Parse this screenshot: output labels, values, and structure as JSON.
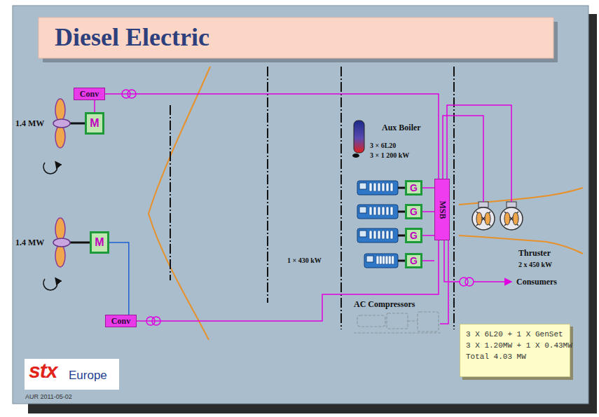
{
  "diagram": {
    "title": "Diesel Electric",
    "nodes": [
      {
        "text": [
          "Conv"
        ]
      },
      {
        "text": [
          "M"
        ]
      },
      {
        "text": [
          "M"
        ]
      },
      {
        "text": [
          "Conv"
        ]
      },
      {
        "text": [
          "G"
        ]
      },
      {
        "text": [
          "G"
        ]
      },
      {
        "text": [
          "G"
        ]
      },
      {
        "text": [
          "G"
        ]
      },
      {
        "text": [
          "MSB"
        ]
      },
      {
        "text": [
          "3 X 6L20 + 1 X GenSet",
          "3 X 1.20MW + 1 X 0.43MW",
          "Total 4.03 MW"
        ]
      }
    ],
    "edges": [
      {
        "from": 0,
        "to": 1,
        "arrow": "none"
      },
      {
        "from": 0,
        "to": 8,
        "arrow": "none"
      },
      {
        "from": 2,
        "to": 3,
        "arrow": "none"
      },
      {
        "from": 3,
        "to": 8,
        "arrow": "none"
      },
      {
        "from": 4,
        "to": 8,
        "arrow": "none"
      },
      {
        "from": 5,
        "to": 8,
        "arrow": "none"
      },
      {
        "from": 6,
        "to": 8,
        "arrow": "none"
      },
      {
        "from": 7,
        "to": 8,
        "arrow": "none"
      }
    ],
    "labels": [
      "1.4 MW",
      "1.4 MW",
      "Aux Boiler",
      "3 × 6L20",
      "3 × 1 200 kW",
      "1 × 430 kW",
      "Thruster",
      "2 x 450 kW",
      "Consumers",
      "AC Compressors",
      "stx",
      "Europe",
      "AUR 2011-05-02"
    ]
  }
}
